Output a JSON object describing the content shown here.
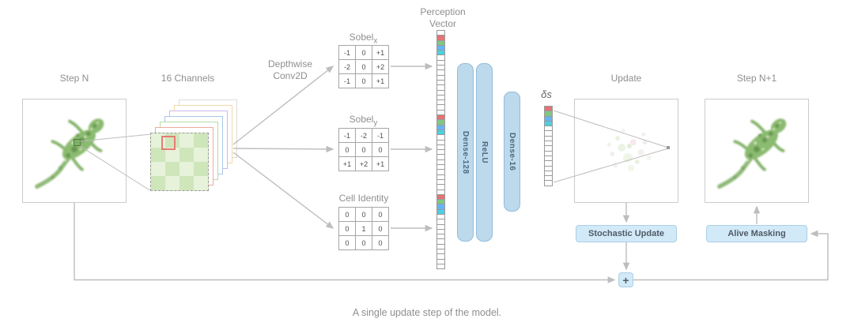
{
  "caption": "A single update step of the model.",
  "labels": {
    "step_n": "Step N",
    "channels": "16 Channels",
    "depthwise_line1": "Depthwise",
    "depthwise_line2": "Conv2D",
    "sobel_base": "Sobel",
    "sobel_x_sub": "x",
    "sobel_y_sub": "y",
    "cell_identity": "Cell Identity",
    "perception_line1": "Perception",
    "perception_line2": "Vector",
    "dense_128": "Dense-128",
    "relu": "ReLU",
    "dense_16": "Dense-16",
    "delta_s": "δs",
    "update": "Update",
    "stochastic_update": "Stochastic Update",
    "alive_masking": "Alive Masking",
    "step_n_plus_1": "Step N+1",
    "plus": "+"
  },
  "matrices": {
    "sobel_x": [
      [
        "-1",
        "0",
        "+1"
      ],
      [
        "-2",
        "0",
        "+2"
      ],
      [
        "-1",
        "0",
        "+1"
      ]
    ],
    "sobel_y": [
      [
        "-1",
        "-2",
        "-1"
      ],
      [
        "0",
        "0",
        "0"
      ],
      [
        "+1",
        "+2",
        "+1"
      ]
    ],
    "cell_identity": [
      [
        "0",
        "0",
        "0"
      ],
      [
        "0",
        "1",
        "0"
      ],
      [
        "0",
        "0",
        "0"
      ]
    ]
  },
  "vectors": {
    "perception": {
      "cells": 48,
      "group_starts": [
        1,
        17,
        33
      ]
    },
    "ds": {
      "cells": 16,
      "group_starts": [
        0
      ]
    }
  },
  "colors": {
    "arrow": "#bdbdbd",
    "box_border": "#cccccc",
    "bar_fill": "#bdd9ec",
    "bar_border": "#93bcdc",
    "bar_text": "#4a6b80",
    "button_fill": "#d2e9f7",
    "button_border": "#abcfe7",
    "vector_colors": [
      "#e57373",
      "#81c784",
      "#64b5f6",
      "#4dd0e1"
    ],
    "channel_layer_colors": [
      "#f1a9a0",
      "#b7dca9",
      "#a9c7e8",
      "#cdb8e8",
      "#f5d8a3",
      "#dcdcdc"
    ]
  }
}
